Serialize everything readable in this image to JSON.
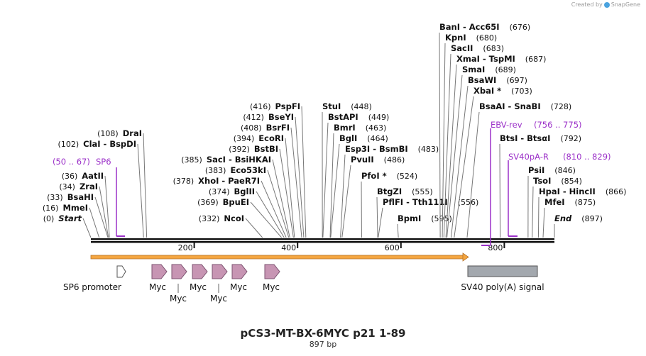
{
  "header": {
    "credit_text": "Created by",
    "credit_brand": "SnapGene"
  },
  "map": {
    "name": "pCS3-MT-BX-6MYC p21 1-89",
    "length_label": "897 bp",
    "total_bp": 897,
    "axis_ticks": [
      {
        "pos": 200,
        "label": "200"
      },
      {
        "pos": 400,
        "label": "400"
      },
      {
        "pos": 600,
        "label": "600"
      },
      {
        "pos": 800,
        "label": "800"
      }
    ]
  },
  "sites": [
    {
      "pos": 0,
      "num": "(0)",
      "names": [
        "Start"
      ],
      "italic": true,
      "side": "left"
    },
    {
      "pos": 16,
      "num": "(16)",
      "names": [
        "MmeI"
      ],
      "side": "left"
    },
    {
      "pos": 33,
      "num": "(33)",
      "names": [
        "BsaHI"
      ],
      "side": "left"
    },
    {
      "pos": 34,
      "num": "(34)",
      "names": [
        "ZraI"
      ],
      "side": "left"
    },
    {
      "pos": 36,
      "num": "(36)",
      "names": [
        "AatII"
      ],
      "side": "left"
    },
    {
      "pos": 102,
      "num": "(102)",
      "names": [
        "ClaI",
        "BspDI"
      ],
      "side": "left"
    },
    {
      "pos": 108,
      "num": "(108)",
      "names": [
        "DraI"
      ],
      "side": "left"
    },
    {
      "pos": 332,
      "num": "(332)",
      "names": [
        "NcoI"
      ],
      "side": "left"
    },
    {
      "pos": 369,
      "num": "(369)",
      "names": [
        "BpuEI"
      ],
      "side": "left"
    },
    {
      "pos": 374,
      "num": "(374)",
      "names": [
        "BglII"
      ],
      "side": "left"
    },
    {
      "pos": 378,
      "num": "(378)",
      "names": [
        "XhoI",
        "PaeR7I"
      ],
      "side": "left"
    },
    {
      "pos": 383,
      "num": "(383)",
      "names": [
        "Eco53kI"
      ],
      "side": "left"
    },
    {
      "pos": 385,
      "num": "(385)",
      "names": [
        "SacI",
        "BsiHKAI"
      ],
      "side": "left"
    },
    {
      "pos": 392,
      "num": "(392)",
      "names": [
        "BstBI"
      ],
      "side": "left"
    },
    {
      "pos": 394,
      "num": "(394)",
      "names": [
        "EcoRI"
      ],
      "side": "left"
    },
    {
      "pos": 408,
      "num": "(408)",
      "names": [
        "BsrFI"
      ],
      "side": "left"
    },
    {
      "pos": 412,
      "num": "(412)",
      "names": [
        "BseYI"
      ],
      "side": "left"
    },
    {
      "pos": 416,
      "num": "(416)",
      "names": [
        "PspFI"
      ],
      "side": "left"
    },
    {
      "pos": 448,
      "num": "(448)",
      "names": [
        "StuI"
      ],
      "side": "right"
    },
    {
      "pos": 449,
      "num": "(449)",
      "names": [
        "BstAPI"
      ],
      "side": "right"
    },
    {
      "pos": 463,
      "num": "(463)",
      "names": [
        "BmrI"
      ],
      "side": "right"
    },
    {
      "pos": 464,
      "num": "(464)",
      "names": [
        "BglI"
      ],
      "side": "right"
    },
    {
      "pos": 483,
      "num": "(483)",
      "names": [
        "Esp3I",
        "BsmBI"
      ],
      "side": "right"
    },
    {
      "pos": 486,
      "num": "(486)",
      "names": [
        "PvuII"
      ],
      "side": "right"
    },
    {
      "pos": 524,
      "num": "(524)",
      "names": [
        "PfoI *"
      ],
      "side": "right"
    },
    {
      "pos": 555,
      "num": "(555)",
      "names": [
        "BtgZI"
      ],
      "side": "right"
    },
    {
      "pos": 556,
      "num": "(556)",
      "names": [
        "PflFI",
        "Tth111I"
      ],
      "side": "right"
    },
    {
      "pos": 595,
      "num": "(595)",
      "names": [
        "BpmI"
      ],
      "side": "right"
    },
    {
      "pos": 676,
      "num": "(676)",
      "names": [
        "BanI",
        "Acc65I"
      ],
      "side": "right"
    },
    {
      "pos": 680,
      "num": "(680)",
      "names": [
        "KpnI"
      ],
      "side": "right"
    },
    {
      "pos": 683,
      "num": "(683)",
      "names": [
        "SacII"
      ],
      "side": "right"
    },
    {
      "pos": 687,
      "num": "(687)",
      "names": [
        "XmaI",
        "TspMI"
      ],
      "side": "right"
    },
    {
      "pos": 689,
      "num": "(689)",
      "names": [
        "SmaI"
      ],
      "side": "right"
    },
    {
      "pos": 697,
      "num": "(697)",
      "names": [
        "BsaWI"
      ],
      "side": "right"
    },
    {
      "pos": 703,
      "num": "(703)",
      "names": [
        "XbaI *"
      ],
      "side": "right"
    },
    {
      "pos": 728,
      "num": "(728)",
      "names": [
        "BsaAI",
        "SnaBI"
      ],
      "side": "right"
    },
    {
      "pos": 792,
      "num": "(792)",
      "names": [
        "BtsI",
        "BtsαI"
      ],
      "side": "right"
    },
    {
      "pos": 846,
      "num": "(846)",
      "names": [
        "PsiI"
      ],
      "side": "right"
    },
    {
      "pos": 854,
      "num": "(854)",
      "names": [
        "TsoI"
      ],
      "side": "right"
    },
    {
      "pos": 866,
      "num": "(866)",
      "names": [
        "HpaI",
        "HincII"
      ],
      "side": "right"
    },
    {
      "pos": 875,
      "num": "(875)",
      "names": [
        "MfeI"
      ],
      "side": "right"
    },
    {
      "pos": 897,
      "num": "(897)",
      "names": [
        "End"
      ],
      "italic": true,
      "side": "right"
    }
  ],
  "primers": [
    {
      "name": "SP6",
      "range": "(50 .. 67)",
      "color": "#9b30c8",
      "side": "left"
    },
    {
      "name": "EBV-rev",
      "range": "(756 .. 775)",
      "color": "#9b30c8",
      "side": "right"
    },
    {
      "name": "SV40pA-R",
      "range": "(810 .. 829)",
      "color": "#9b30c8",
      "side": "right"
    }
  ],
  "features": [
    {
      "name": "SP6 promoter",
      "type": "promoter",
      "color": "#ffffff"
    },
    {
      "name": "Myc",
      "type": "tag",
      "color": "#c795b3"
    },
    {
      "name": "Myc",
      "type": "tag",
      "color": "#c795b3"
    },
    {
      "name": "Myc",
      "type": "tag",
      "color": "#c795b3"
    },
    {
      "name": "Myc",
      "type": "tag",
      "color": "#c795b3"
    },
    {
      "name": "Myc",
      "type": "tag",
      "color": "#c795b3"
    },
    {
      "name": "Myc",
      "type": "tag",
      "color": "#c795b3"
    },
    {
      "name": "SV40 poly(A) signal",
      "type": "polyA",
      "color": "#a3a8ae"
    }
  ],
  "orf": {
    "color": "#f4a640"
  }
}
